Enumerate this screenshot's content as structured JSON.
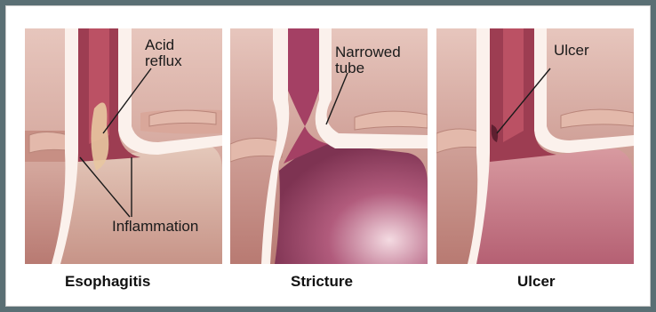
{
  "panels": [
    {
      "caption": "Esophagitis",
      "labels": {
        "acid": "Acid",
        "reflux": "reflux",
        "inflammation": "Inflammation"
      }
    },
    {
      "caption": "Stricture",
      "labels": {
        "narrowed": "Narrowed",
        "tube": "tube"
      }
    },
    {
      "caption": "Ulcer",
      "labels": {
        "ulcer": "Ulcer"
      }
    }
  ],
  "colors": {
    "background": "#5a6f74",
    "tissue": "#d9a9a1",
    "tube_wall": "#f8ece6",
    "tube_inner": "#9a3e52",
    "stomach": "#a8546b"
  }
}
